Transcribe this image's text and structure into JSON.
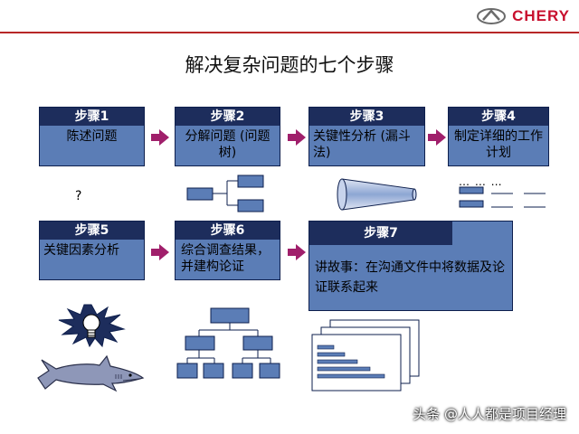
{
  "header": {
    "brand": "CHERY",
    "title": "解决复杂问题的七个步骤"
  },
  "steps": [
    {
      "label": "步骤1",
      "text": "陈述问题"
    },
    {
      "label": "步骤2",
      "text": "分解问题 (问题树)"
    },
    {
      "label": "步骤3",
      "text": "关键性分析 (漏斗法)"
    },
    {
      "label": "步骤4",
      "text": "制定详细的工作计划"
    },
    {
      "label": "步骤5",
      "text": "关键因素分析"
    },
    {
      "label": "步骤6",
      "text": "综合调查结果，并建构论证"
    },
    {
      "label": "步骤7",
      "text": "讲故事：在沟通文件中将数据及论证联系起来"
    }
  ],
  "annotations": {
    "question_mark": "?",
    "plan_dots": "…   …   …"
  },
  "watermark": "头条 @人人都是项目经理",
  "colors": {
    "step_header": "#1d2d5c",
    "step_body": "#5b7db6",
    "arrow": "#a01f6b",
    "brand_red": "#c8102e"
  },
  "icons": [
    "chery-logo-icon",
    "tree-icon",
    "funnel-icon",
    "plan-table-icon",
    "lightbulb-icon",
    "shark-icon",
    "hierarchy-icon",
    "report-icon"
  ]
}
